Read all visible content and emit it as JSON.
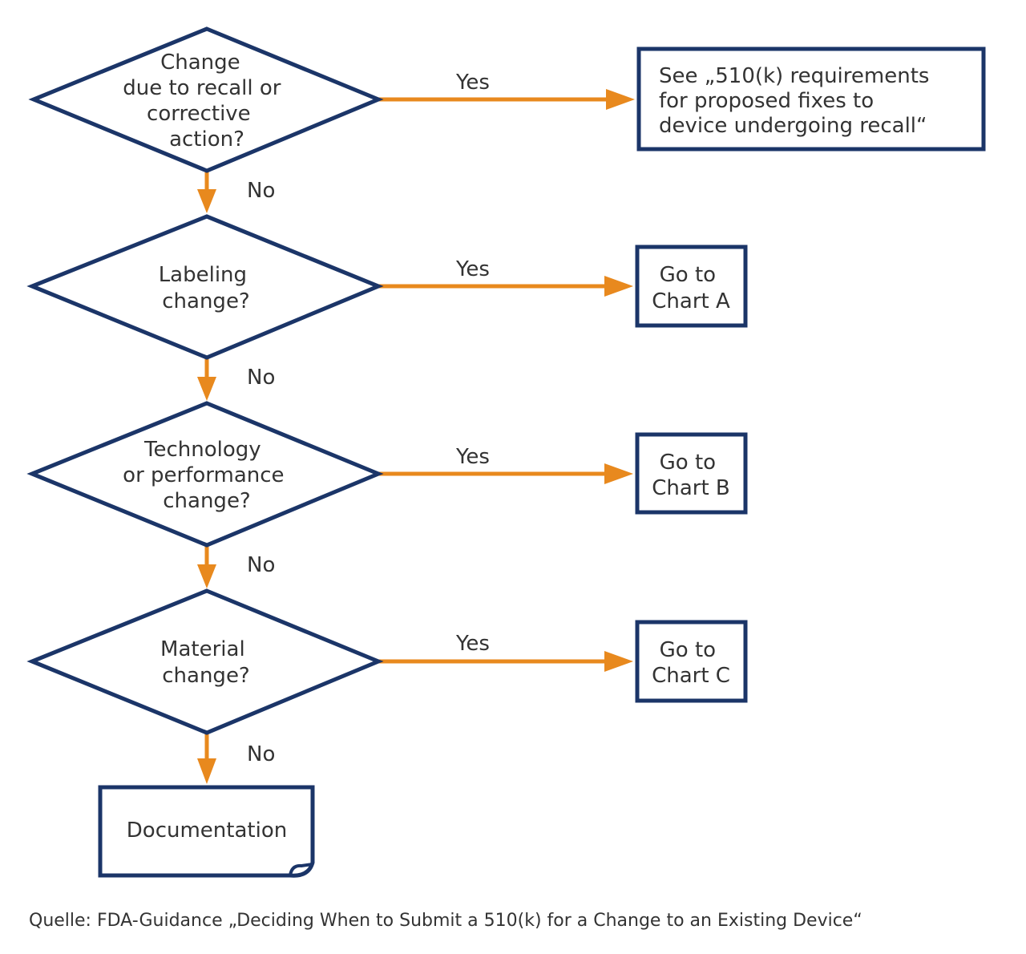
{
  "diagram": {
    "colors": {
      "node_border": "#1b3568",
      "arrow": "#e8891e",
      "text": "#333333"
    },
    "decisions": [
      {
        "id": "q1",
        "lines": [
          "Change",
          "due to recall or",
          "corrective",
          "action?"
        ]
      },
      {
        "id": "q2",
        "lines": [
          "Labeling",
          "change?"
        ]
      },
      {
        "id": "q3",
        "lines": [
          "Technology",
          "or performance",
          "change?"
        ]
      },
      {
        "id": "q4",
        "lines": [
          "Material",
          "change?"
        ]
      }
    ],
    "outcomes": [
      {
        "id": "r1",
        "lines": [
          "See „510(k) requirements",
          "for proposed fixes to",
          "device undergoing recall“"
        ]
      },
      {
        "id": "r2",
        "lines": [
          "Go to",
          "Chart A"
        ]
      },
      {
        "id": "r3",
        "lines": [
          "Go to",
          "Chart B"
        ]
      },
      {
        "id": "r4",
        "lines": [
          "Go to",
          "Chart C"
        ]
      }
    ],
    "final": {
      "id": "doc",
      "label": "Documentation"
    },
    "edges": [
      {
        "from": "q1",
        "to": "r1",
        "label": "Yes"
      },
      {
        "from": "q1",
        "to": "q2",
        "label": "No"
      },
      {
        "from": "q2",
        "to": "r2",
        "label": "Yes"
      },
      {
        "from": "q2",
        "to": "q3",
        "label": "No"
      },
      {
        "from": "q3",
        "to": "r3",
        "label": "Yes"
      },
      {
        "from": "q3",
        "to": "q4",
        "label": "No"
      },
      {
        "from": "q4",
        "to": "r4",
        "label": "Yes"
      },
      {
        "from": "q4",
        "to": "doc",
        "label": "No"
      }
    ]
  },
  "source": "Quelle: FDA-Guidance „Deciding When to Submit a 510(k) for a Change to an Existing Device“"
}
